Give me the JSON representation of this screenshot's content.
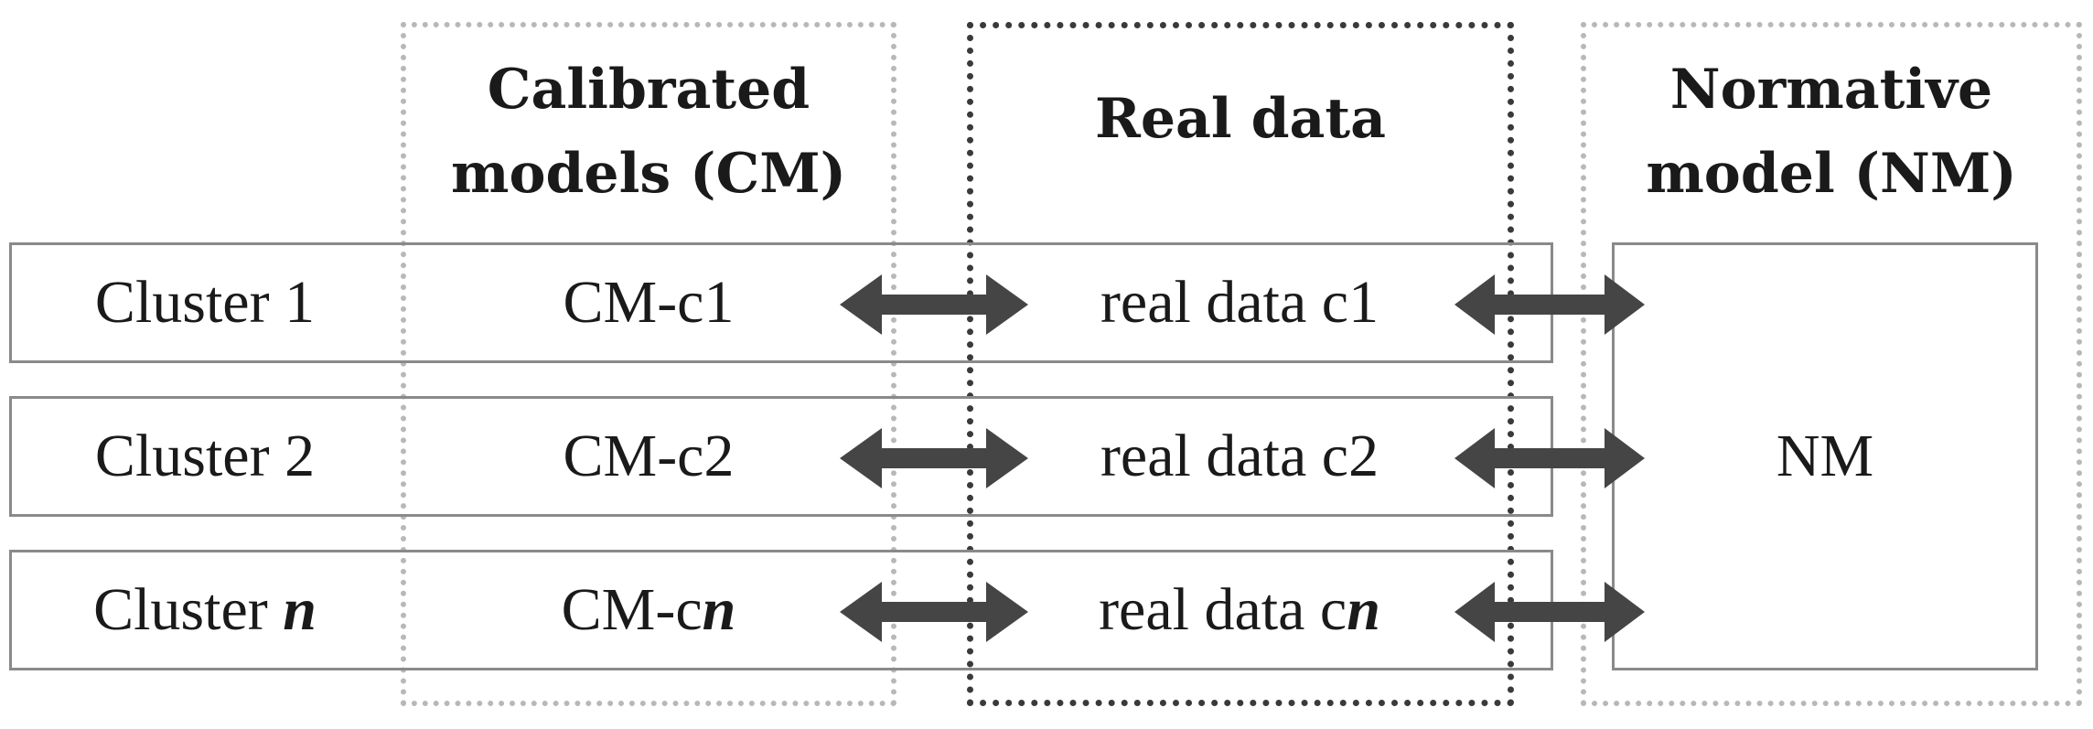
{
  "headers": {
    "calibrated": [
      "Calibrated",
      "models (CM)"
    ],
    "real": "Real data",
    "normative": [
      "Normative",
      "model (NM)"
    ]
  },
  "rows": [
    {
      "cluster_prefix": "Cluster ",
      "cluster_suffix": "1",
      "cm_prefix": "CM-c",
      "cm_suffix": "1",
      "real_prefix": "real data c",
      "real_suffix": "1",
      "suffix_emphasis": false
    },
    {
      "cluster_prefix": "Cluster ",
      "cluster_suffix": "2",
      "cm_prefix": "CM-c",
      "cm_suffix": "2",
      "real_prefix": "real data c",
      "real_suffix": "2",
      "suffix_emphasis": false
    },
    {
      "cluster_prefix": "Cluster ",
      "cluster_suffix": "n",
      "cm_prefix": "CM-c",
      "cm_suffix": "n",
      "real_prefix": "real data c",
      "real_suffix": "n",
      "suffix_emphasis": true
    }
  ],
  "normative_box_label": "NM",
  "colors": {
    "arrow": "#454545",
    "frame_light": "#b8b8b8",
    "frame_dark": "#3a3a3a",
    "row_border": "#8a8a8a",
    "text": "#1a1a1a"
  }
}
